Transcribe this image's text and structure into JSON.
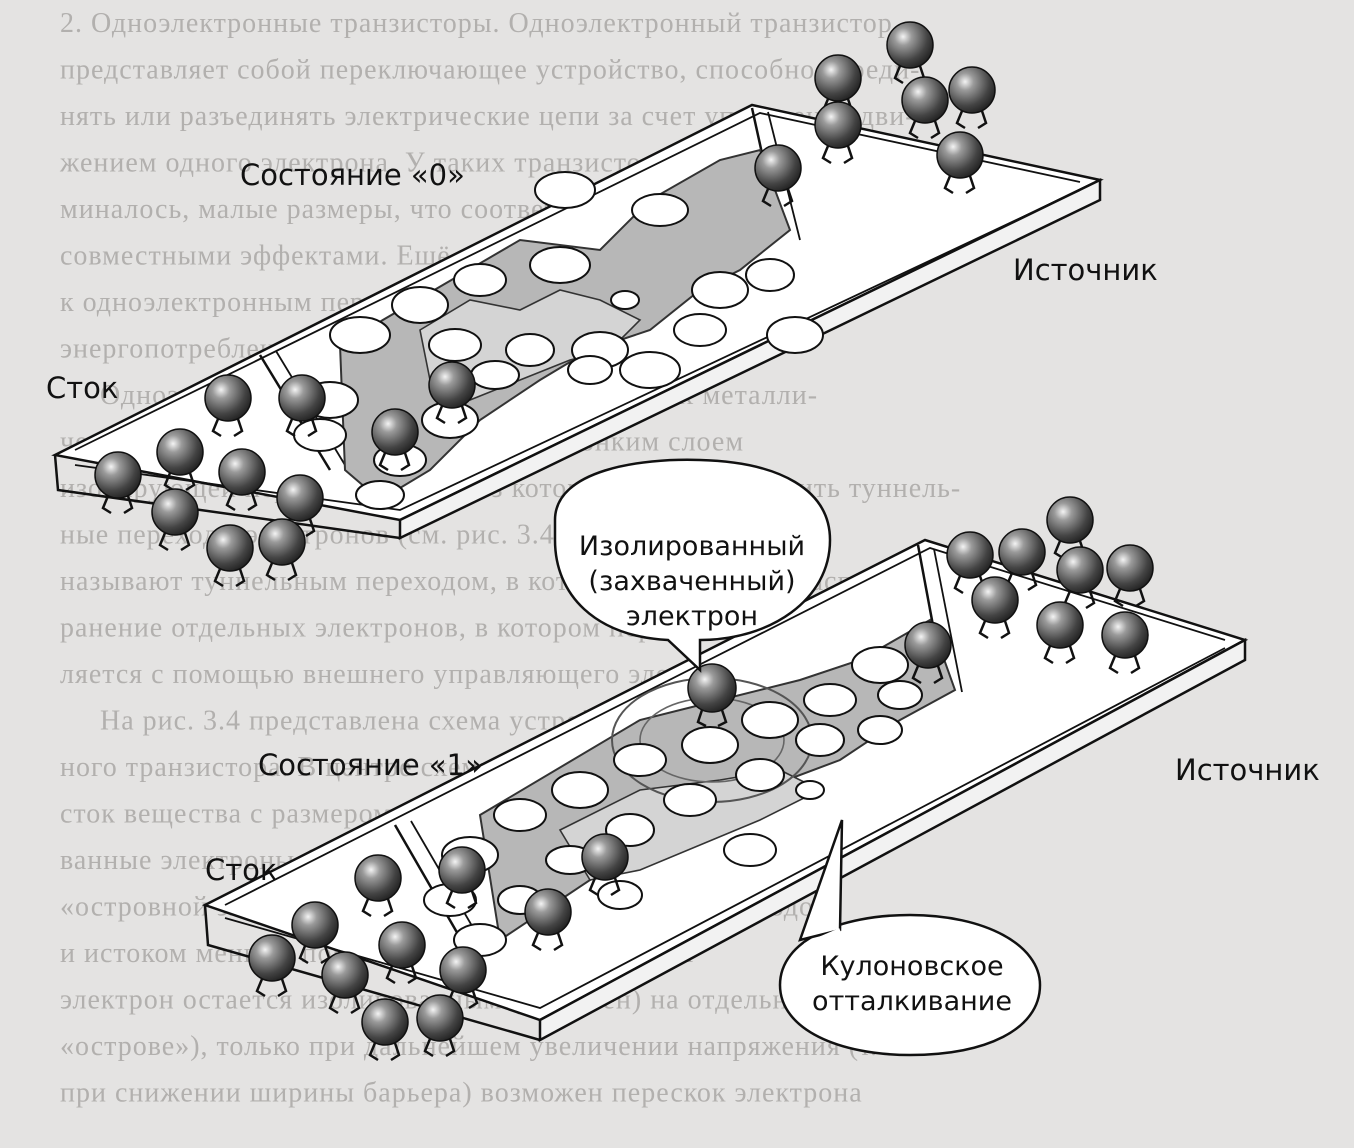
{
  "panel_top": {
    "title": "Состояние «0»",
    "drain_label": "Сток",
    "source_label": "Источник"
  },
  "panel_bottom": {
    "title": "Состояние «1»",
    "drain_label": "Сток",
    "source_label": "Источник"
  },
  "callout_isolated": [
    "Изолированный",
    "(захваченный)",
    "электрон"
  ],
  "callout_coulomb": [
    "Кулоновское",
    "отталкивание"
  ],
  "background_text_lines": [
    "2. Одноэлектронные транзисторы. Одноэлектронный транзистор",
    "представляет собой переключающее устройство, способное соеди-",
    "нять или разъединять электрические цепи за счет управления дви-",
    "жением одного электрона. У таких транзисторов, как упо-",
    "миналось, малые размеры, что соответствует управлению",
    "совместными эффектами. Ещё одно преимущество: переход",
    "к одноэлектронным переключателям обещает резкое снижение",
    "энергопотребления и, соответственно, тепловыделения.",
    "Одноэлектронный транзистор состоит из двух металли-",
    "ческих электродов, разделенных очень тонким слоем",
    "изолирующей перегородкой, через которую могут проходить туннель-",
    "ные переходы электронов (см. рис. 3.4). Такую структуру",
    "называют туннельным переходом, в котором происходит распрост-",
    "ранение отдельных электронов, в котором переключение осуществ-",
    "ляется с помощью внешнего управляющего электрода (gate).",
    "На рис. 3.4 представлена схема устройства одноэлектрон-",
    "ного транзистора. В центре схемы расположен тот самый уча-",
    "сток вещества с размером, в котором находятся изолиро-",
    "ванные электроны (поэтому применяется даже термин",
    "«островной электрон». Пока напряжение между электродом",
    "и истоком меньше порогового, электрон остается",
    "электрон остается изолированным (захвачен) на отдельном",
    "«острове»), только при дальнейшем увеличении напряжения (т.е.",
    "при снижении ширины барьера) возможен перескок электрона"
  ]
}
